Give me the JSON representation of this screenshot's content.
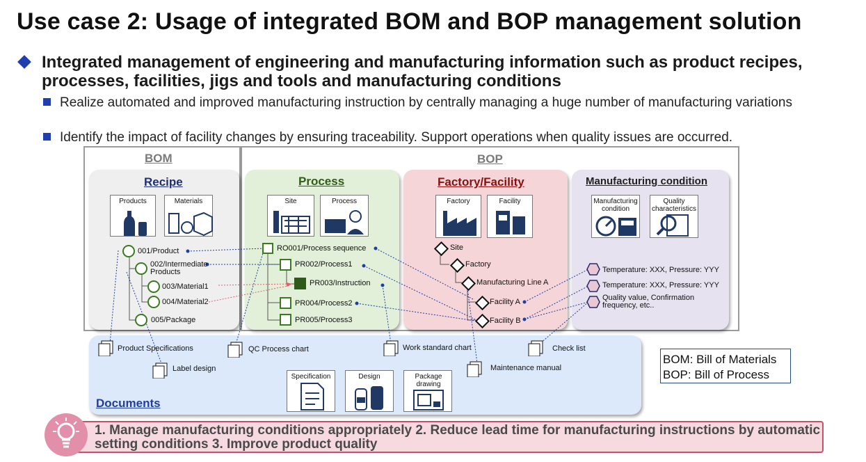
{
  "title": "Use case 2: Usage of integrated BOM and BOP management solution",
  "main_bullet": "Integrated management of engineering and manufacturing information such as product recipes, processes, facilities, jigs and tools and manufacturing conditions",
  "sub_bullets": [
    "Realize automated and improved manufacturing instruction by centrally managing a huge number of manufacturing variations",
    "Identify the impact of facility changes by ensuring traceability. Support operations when quality issues are occurred."
  ],
  "bom": {
    "label": "BOM",
    "recipe": {
      "title": "Recipe",
      "icons": [
        "Products",
        "Materials"
      ],
      "nodes": [
        "001/Product",
        "002/Intermediate Products",
        "003/Material1",
        "004/Material2",
        "005/Package"
      ]
    }
  },
  "bop": {
    "label": "BOP",
    "process": {
      "title": "Process",
      "icons": [
        "Site",
        "Process"
      ],
      "nodes": [
        "RO001/Process sequence",
        "PR002/Process1",
        "PR003/Instruction",
        "PR004/Process2",
        "PR005/Process3"
      ]
    },
    "factory": {
      "title": "Factory/Facility",
      "icons": [
        "Factory",
        "Facility"
      ],
      "nodes": [
        "Site",
        "Factory",
        "Manufacturing Line A",
        "Facility A",
        "Facility B"
      ]
    },
    "conditions": {
      "title": "Manufacturing condition",
      "icons": [
        "Manufacturing condition",
        "Quality characteristics"
      ],
      "nodes": [
        "Temperature: XXX, Pressure: YYY",
        "Temperature: XXX, Pressure: YYY",
        "Quality value, Confirmation frequency, etc.."
      ]
    }
  },
  "documents": {
    "title": "Documents",
    "items": [
      "Product Specifications",
      "Label design",
      "QC Process chart",
      "Work standard chart",
      "Maintenance manual",
      "Check list"
    ],
    "icons": [
      "Specification",
      "Design",
      "Package drawing"
    ]
  },
  "legend": [
    "BOM: Bill of Materials",
    "BOP: Bill of Process"
  ],
  "benefit": "1. Manage manufacturing conditions appropriately 2. Reduce lead time for manufacturing instructions by automatic setting conditions 3. Improve product quality",
  "colors": {
    "accent_blue": "#1f3fb0",
    "recipe_bg": "#efefef",
    "process_bg": "#e2efd9",
    "factory_bg": "#f6d5d8",
    "condition_bg": "#e6e2ef",
    "documents_bg": "#dce9fa",
    "benefit_bg": "#f7d9e0",
    "connector": "#1f3fa0",
    "highlight_red": "#e06070"
  }
}
